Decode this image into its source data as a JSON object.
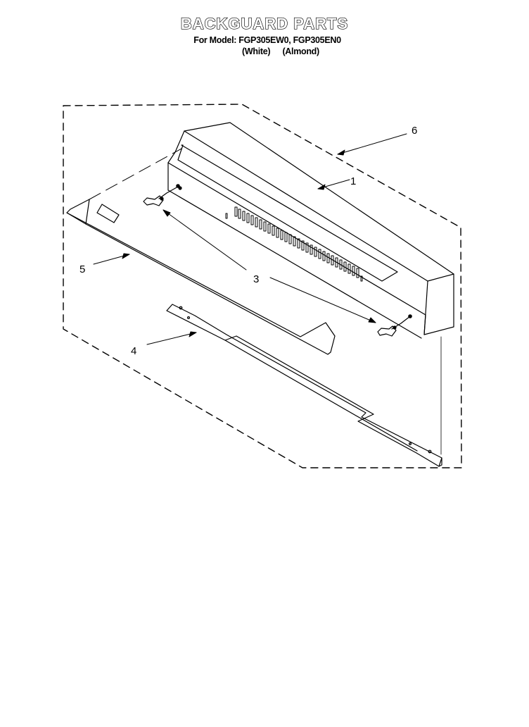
{
  "header": {
    "title": "BACKGUARD PARTS",
    "model_line": "For Model: FGP305EW0, FGP305EN0",
    "variants": [
      "(White)",
      "(Almond)"
    ]
  },
  "diagram": {
    "callouts": [
      {
        "id": "1",
        "label": "1"
      },
      {
        "id": "3",
        "label": "3"
      },
      {
        "id": "4",
        "label": "4"
      },
      {
        "id": "5",
        "label": "5"
      },
      {
        "id": "6",
        "label": "6"
      }
    ],
    "line_color": "#000000",
    "background": "#ffffff"
  }
}
